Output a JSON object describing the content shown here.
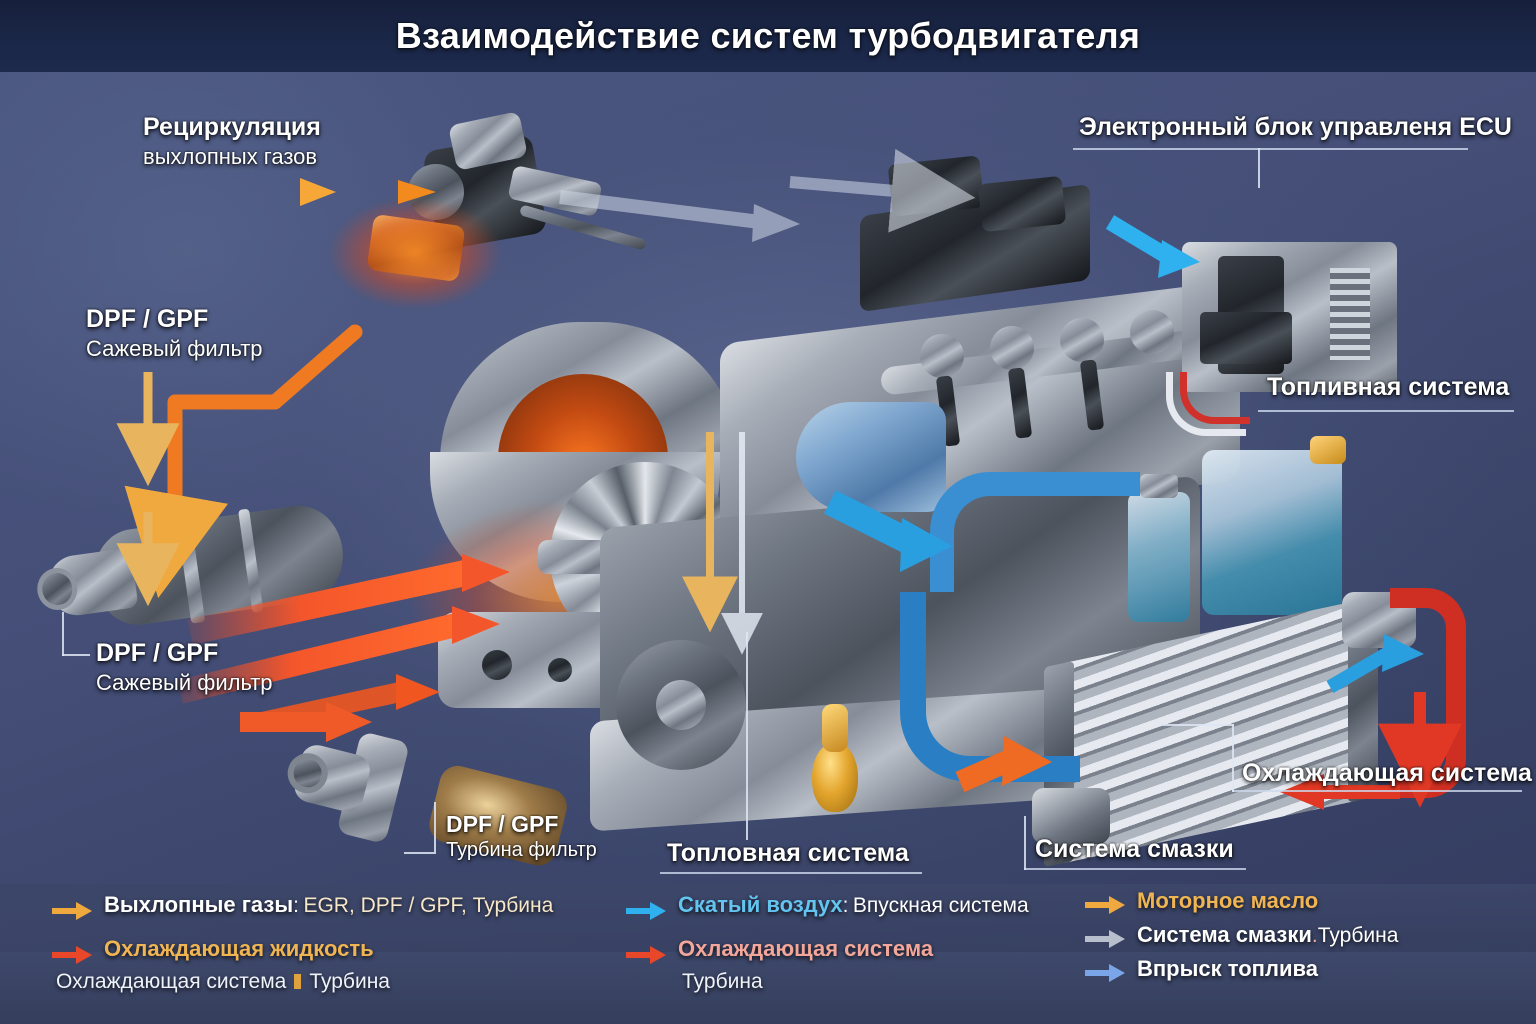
{
  "header": {
    "title": "Взаимодействие систем турбодвигателя"
  },
  "callouts": {
    "egr": {
      "line1": "Рециркуляция",
      "line2": "выхлопных газов"
    },
    "dpf_top": {
      "line1": "DPF / GPF",
      "line2": "Сажевый фильтр"
    },
    "dpf_mid": {
      "line1": "DPF / GPF",
      "line2": "Сажевый фильтр"
    },
    "dpf_bottom": {
      "line1": "DPF  /  GPF",
      "line2": "Турбина фильтр"
    },
    "ecu": {
      "line1": "Электронный блок управленя ECU"
    },
    "fuel_right": {
      "line1": "Топливная система"
    },
    "fuel_center": {
      "line1": "Топловная система"
    },
    "cooling": {
      "line1": "Охлаждающая система"
    },
    "lubrication": {
      "line1": "Система смазки"
    }
  },
  "legend": {
    "columns": [
      {
        "rows": [
          {
            "arrow_color": "#f0a93e",
            "key": "Выхлопные газы",
            "sep": ":",
            "value": "EGR, DPF / GPF, Турбина"
          },
          {
            "arrow_color": "#e8472a",
            "key": "Охлаждающая жидкость",
            "sep": "",
            "value": ""
          }
        ],
        "sub": {
          "left": "Охлаждающая система",
          "right": "Турбина"
        }
      },
      {
        "rows": [
          {
            "arrow_color": "#2fb0ef",
            "key": "Скатый воздух",
            "sep": ":",
            "value": "Впускная система"
          },
          {
            "arrow_color": "#e8472a",
            "key": "Охлаждающая система",
            "sep": "",
            "value": ""
          }
        ],
        "sub2": "Турбина"
      },
      {
        "rows": [
          {
            "arrow_color": "#f0a93e",
            "key": "Моторное масло",
            "sep": "",
            "value": ""
          },
          {
            "arrow_color": "#b8bfcc",
            "key": "Система смазки",
            "sep": ".",
            "value": "Турбина"
          },
          {
            "arrow_color": "#7aa5e8",
            "key": "Впрыск топлива",
            "sep": "",
            "value": ""
          }
        ]
      }
    ]
  },
  "colors": {
    "background": "#46527a",
    "header_bg": "#1b2748",
    "exhaust_orange": "#f0a93e",
    "hot_exhaust": "#e8472a",
    "charge_air_blue": "#2fb0ef",
    "coolant_red": "#e8472a",
    "oil_amber": "#e0a23c",
    "fuel_blue": "#7aa5e8",
    "lube_grey": "#b8bfcc"
  }
}
